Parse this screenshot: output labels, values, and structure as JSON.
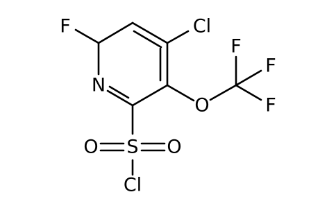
{
  "molecule": {
    "atoms": {
      "fluoro_ring": "F",
      "chloro_ring": "Cl",
      "nitrogen": "N",
      "ether_oxygen": "O",
      "cf3_carbon_f_top": "F",
      "cf3_carbon_f_right": "F",
      "cf3_carbon_f_bottom": "F",
      "sulfonyl_oxygen_left": "O",
      "sulfur": "S",
      "sulfonyl_oxygen_right": "O",
      "sulfonyl_chlorine": "Cl"
    },
    "colors": {
      "bond": "#000000",
      "label": "#000000",
      "background": "#ffffff"
    }
  }
}
